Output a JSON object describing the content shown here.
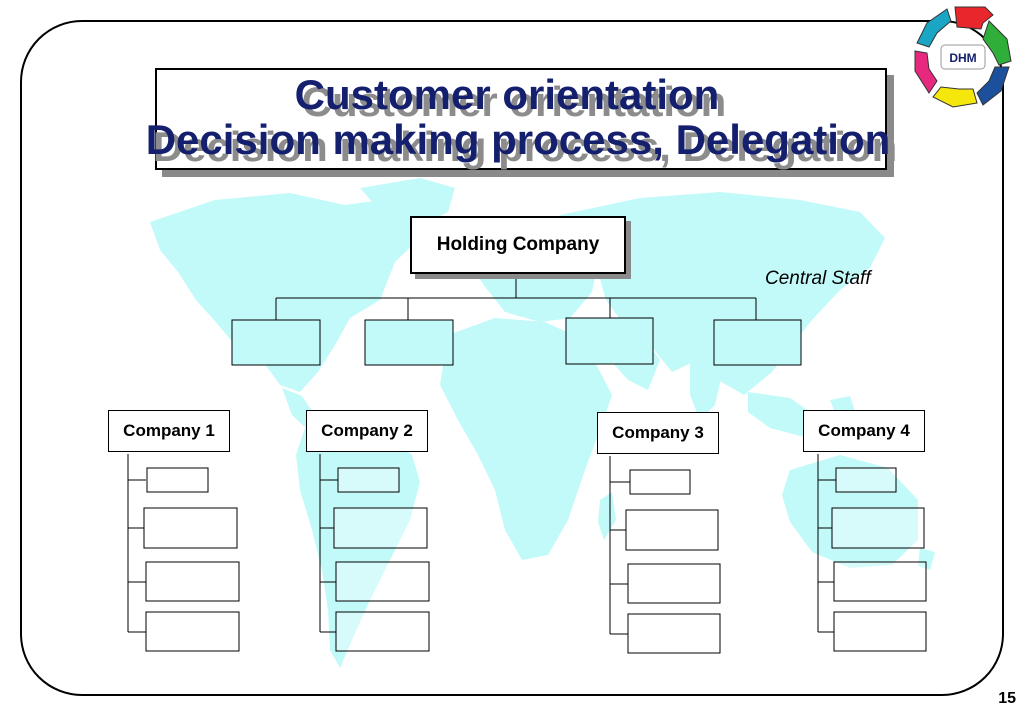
{
  "slide": {
    "title_line_1": "Customer orientation",
    "title_line_2": "Decision making process, Delegation",
    "page_number": "15"
  },
  "logo": {
    "text": "DHM"
  },
  "org_chart": {
    "holding": "Holding Company",
    "central_staff_label": "Central Staff",
    "central_staff_unit_count": 4,
    "companies": [
      {
        "name": "Company 1"
      },
      {
        "name": "Company 2"
      },
      {
        "name": "Company 3"
      },
      {
        "name": "Company 4"
      }
    ],
    "sub_units_per_company": 4
  },
  "colors": {
    "title": "#14206e",
    "title_shadow": "#8c8c8c",
    "map": "#c2f9f9",
    "box_shadow": "#8a8a8a",
    "logo_segments": [
      "#e8262b",
      "#2fae3a",
      "#1c4f9c",
      "#e6287f",
      "#f5e60c",
      "#1aa5c4"
    ]
  },
  "icons": {
    "logo": "dhm-cycle-arrows-logo"
  }
}
